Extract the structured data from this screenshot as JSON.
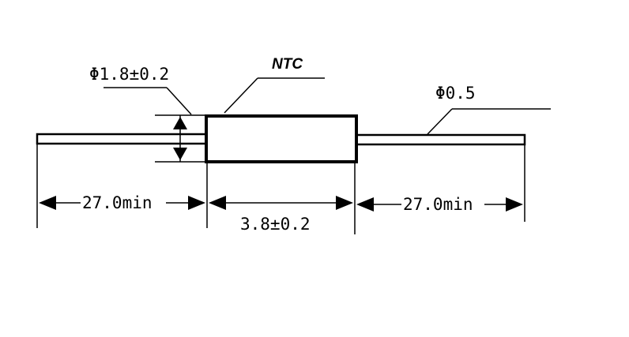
{
  "component": {
    "name": "NTC",
    "body_diameter": "Φ1.8±0.2",
    "lead_diameter": "Φ0.5",
    "left_lead_length": "27.0min",
    "body_length": "3.8±0.2",
    "right_lead_length": "27.0min"
  },
  "colors": {
    "line": "#000000",
    "background": "#ffffff"
  }
}
